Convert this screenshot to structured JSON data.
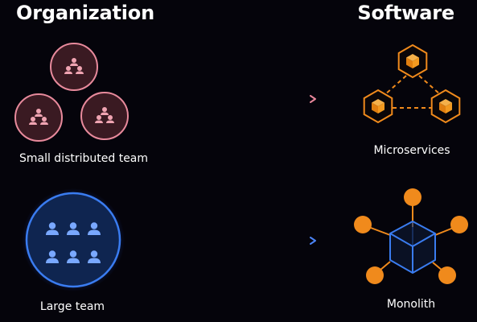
{
  "headings": {
    "organization": "Organization",
    "software": "Software"
  },
  "captions": {
    "small_team": "Small distributed team",
    "large_team": "Large team",
    "microservices": "Microservices",
    "monolith": "Monolith"
  },
  "icons": {
    "small_team_group": "person-pyramid-icon",
    "large_team_group": "person-grid-icon",
    "microservice_node": "cube-hexagon-icon",
    "monolith_core": "wireframe-cube-icon",
    "monolith_satellite": "orange-dot-icon"
  },
  "colors": {
    "background": "#05040b",
    "small_team_pink": "#e88a9c",
    "small_team_fill": "#3a1a22",
    "large_team_blue": "#3a7cf0",
    "large_team_fill": "#0f2550",
    "arrow_pink": "#e06078",
    "arrow_blue": "#3a6ff0",
    "orange": "#f08a1c"
  }
}
